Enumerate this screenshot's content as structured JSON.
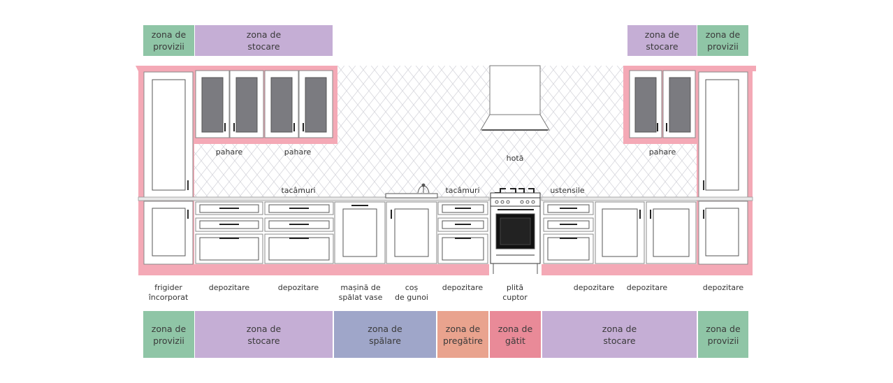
{
  "colors": {
    "provizii": "#8fc5a6",
    "stocare": "#c5aed5",
    "spalare": "#9fa6c9",
    "pregatire": "#e9a38e",
    "gatit": "#e98a98",
    "highlight": "#f4a9b6",
    "tile": "#d9d9de",
    "glass": "#7b7b80"
  },
  "top_zones": [
    {
      "id": "zt1",
      "text": "zona de\nprovizii",
      "color": "provizii"
    },
    {
      "id": "zt2",
      "text": "zona de\nstocare",
      "color": "stocare"
    },
    {
      "id": "zt3",
      "text": "zona de\nstocare",
      "color": "stocare"
    },
    {
      "id": "zt4",
      "text": "zona de\nprovizii",
      "color": "provizii"
    }
  ],
  "bottom_zones": [
    {
      "id": "zb1",
      "text": "zona de\nprovizii",
      "color": "provizii"
    },
    {
      "id": "zb2",
      "text": "zona de\nstocare",
      "color": "stocare"
    },
    {
      "id": "zb3",
      "text": "zona de\nspălare",
      "color": "spalare"
    },
    {
      "id": "zb4",
      "text": "zona de\npregătire",
      "color": "pregatire"
    },
    {
      "id": "zb5",
      "text": "zona de\ngătit",
      "color": "gatit"
    },
    {
      "id": "zb6",
      "text": "zona de\nstocare",
      "color": "stocare"
    },
    {
      "id": "zb7",
      "text": "zona de\nprovizii",
      "color": "provizii"
    }
  ],
  "wall_labels": {
    "pahare1": "pahare",
    "pahare2": "pahare",
    "pahare3": "pahare",
    "hota": "hotă",
    "tacamuri1": "tacâmuri",
    "tacamuri2": "tacâmuri",
    "ustensile": "ustensile"
  },
  "bottom_labels": {
    "frigider": "frigider\nîncorporat",
    "depozitare1": "depozitare",
    "depozitare2": "depozitare",
    "masina": "mașină de\nspălat vase",
    "cos": "coș\nde gunoi",
    "depozitare3": "depozitare",
    "plita": "plită\ncuptor",
    "depozitare4": "depozitare",
    "depozitare5": "depozitare",
    "depozitare6": "depozitare"
  }
}
